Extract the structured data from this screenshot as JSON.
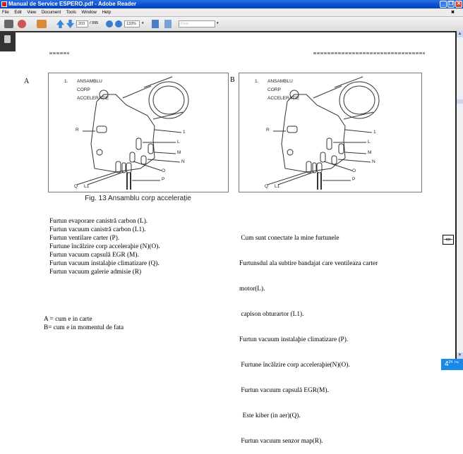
{
  "window": {
    "title": "Manual de Service ESPERO.pdf - Adobe Reader",
    "minimize": "_",
    "restore": "❐",
    "close": "✕"
  },
  "menu": [
    "File",
    "Edit",
    "View",
    "Document",
    "Tools",
    "Window",
    "Help"
  ],
  "toolbar": {
    "page": "203",
    "total": "/ 995",
    "zoom": "133%",
    "find_placeholder": "Find"
  },
  "labels": {
    "a": "A",
    "b": "B"
  },
  "figure": {
    "num": "1.",
    "title_lines": [
      "ANSAMBLU",
      "CORP",
      "ACCELERAȚIE"
    ],
    "callouts": {
      "r": "R",
      "one": "1",
      "l": "L",
      "m": "M",
      "n": "N",
      "o": "O",
      "p": "P",
      "q": "Q",
      "l1": "L1"
    },
    "caption": "Fig. 13  Ansamblu corp accelerație"
  },
  "left_list": [
    "Furtun evaporare canistră carbon (L).",
    "Furtun vacuum canistră carbon (L1).",
    "Furtun ventilare carter (P).",
    "Furtune încălzire corp accelerаþie (N)(O).",
    "Furtun vacuum capsulă EGR (M).",
    "Furtun vacuum instalaþie climatizare (Q).",
    "Furtun vacuum galerie admisie (R)"
  ],
  "right_list": [
    " Cum sunt conectate la mine furtunele",
    "Furtunsdul ala subtire bandajat care ventileaza carter",
    "motor(L).",
    " capison obturartor (L1).",
    "Furtun vacuum instalaþie climatizare (P).",
    " Furtune încălzire corp acceleraþie(N)(O).",
    " Furtun vacuum capsulă EGR(M).",
    "  Este kiber (in aer)(Q).",
    " Furtun vacuum senzor map(R)."
  ],
  "notes": [
    "A = cum e in carte",
    "B= cum e in momentul de fata"
  ],
  "taskbar": {
    "clock_hour": "4",
    "clock_min": "24",
    "clock_ampm": "PM"
  }
}
